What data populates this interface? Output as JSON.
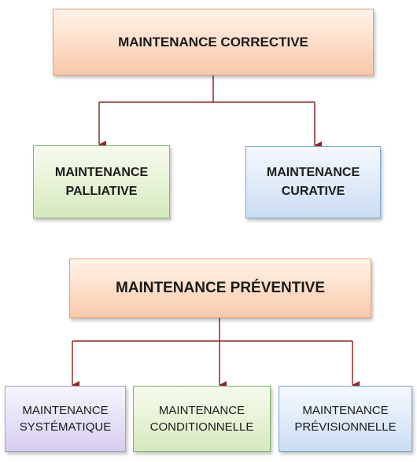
{
  "corrective": {
    "title": "MAINTENANCE CORRECTIVE",
    "children": [
      {
        "line1": "MAINTENANCE",
        "line2": "PALLIATIVE"
      },
      {
        "line1": "MAINTENANCE",
        "line2": "CURATIVE"
      }
    ]
  },
  "preventive": {
    "title": "MAINTENANCE PRÉVENTIVE",
    "children": [
      {
        "line1": "MAINTENANCE",
        "line2": "SYSTÉMATIQUE"
      },
      {
        "line1": "MAINTENANCE",
        "line2": "CONDITIONNELLE"
      },
      {
        "line1": "MAINTENANCE",
        "line2": "PRÉVISIONNELLE"
      }
    ]
  },
  "colors": {
    "connector": "#8c2a2a",
    "root_fill": "#fcdcc6",
    "palliative_fill": "#e6f2d4",
    "curative_fill": "#dfeaf8",
    "systematique_fill": "#e6e0f6",
    "conditionnelle_fill": "#e6f2d4",
    "previsionnelle_fill": "#dfeaf8"
  }
}
